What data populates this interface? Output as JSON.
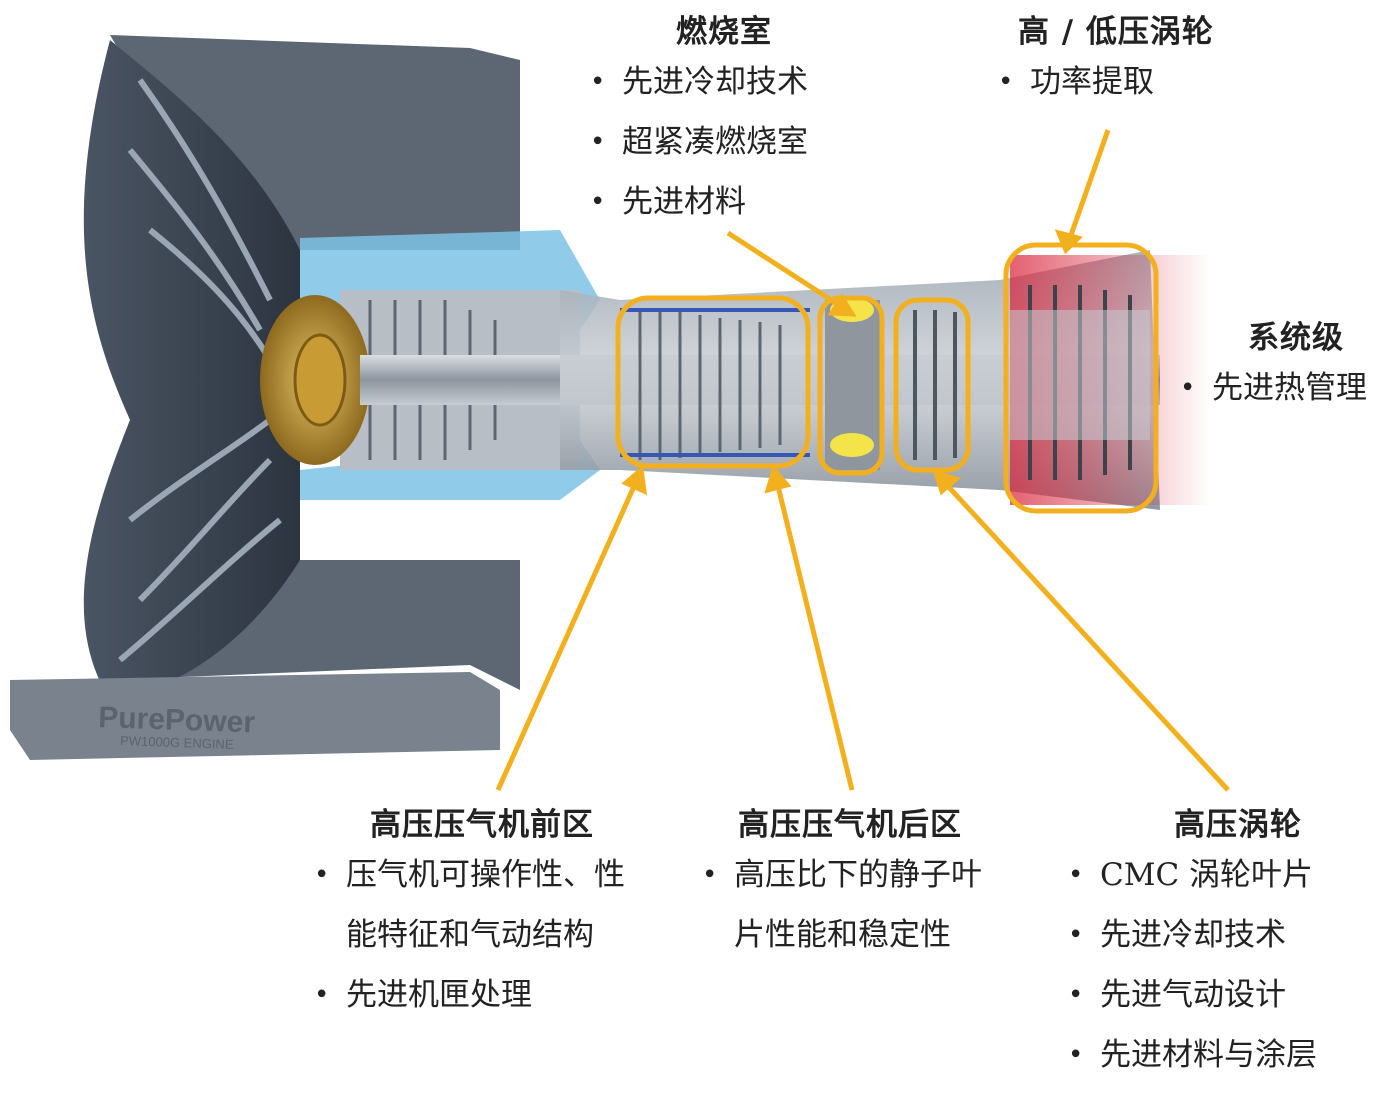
{
  "engine_logo": {
    "brand": "PurePower",
    "model": "PW1000G ENGINE"
  },
  "colors": {
    "callout": "#f2b01e",
    "casing_blue": "#7cc3e6",
    "hot_red": "#d8243a",
    "gold": "#b48a2a"
  },
  "labels": {
    "combustor": {
      "title": "燃烧室",
      "bullets": [
        "先进冷却技术",
        "超紧凑燃烧室",
        "先进材料"
      ]
    },
    "hp_lp_turbine": {
      "title": "高 / 低压涡轮",
      "bullets": [
        "功率提取"
      ]
    },
    "system_level": {
      "title": "系统级",
      "bullets": [
        "先进热管理"
      ]
    },
    "hpc_front": {
      "title": "高压压气机前区",
      "bullets": [
        [
          "压气机可操作性、性",
          "能特征和气动结构"
        ],
        "先进机匣处理"
      ]
    },
    "hpc_rear": {
      "title": "高压压气机后区",
      "bullets": [
        [
          "高压比下的静子叶",
          "片性能和稳定性"
        ]
      ]
    },
    "hp_turbine": {
      "title": "高压涡轮",
      "bullets": [
        "CMC 涡轮叶片",
        "先进冷却技术",
        "先进气动设计",
        "先进材料与涂层"
      ]
    }
  }
}
